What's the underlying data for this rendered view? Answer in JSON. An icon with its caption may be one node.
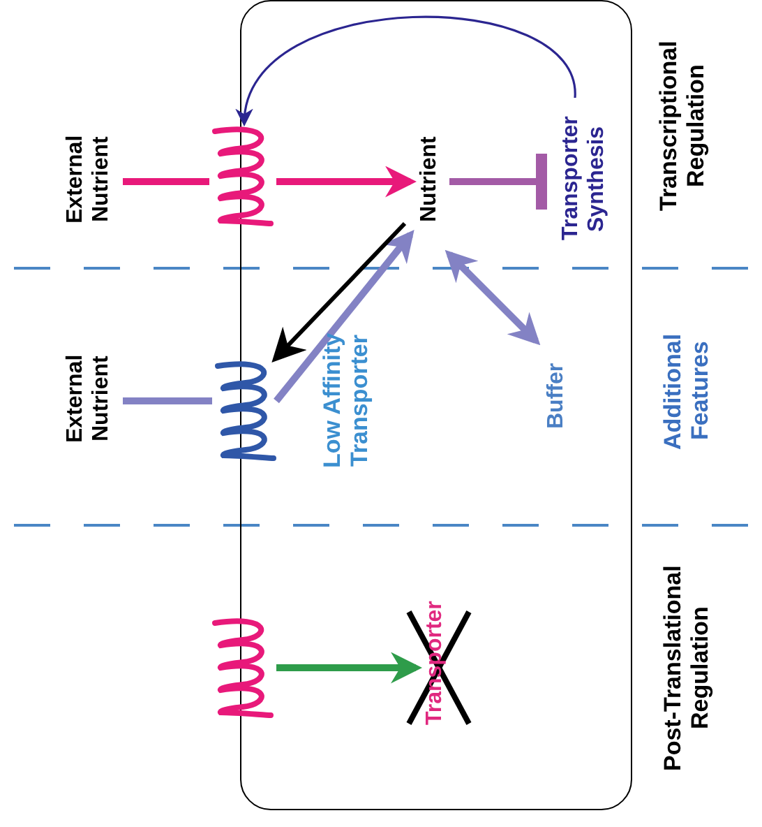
{
  "diagram": {
    "nodes": [
      {
        "text": [],
        "shape": "box"
      },
      {
        "text": [
          "External Nutrient"
        ]
      },
      {
        "text": [],
        "shape": "picture"
      },
      {
        "text": [
          "Nutrient"
        ],
        "in": 0
      },
      {
        "text": [
          "Transporter Synthesis"
        ],
        "in": 0
      },
      {
        "text": [
          "External Nutrient"
        ]
      },
      {
        "text": [],
        "shape": "picture"
      },
      {
        "text": [
          "Buffer"
        ],
        "in": 0
      },
      {
        "text": [],
        "shape": "picture"
      },
      {
        "text": [
          "Transporter"
        ],
        "in": 0
      }
    ],
    "edges": [
      {
        "from": 1,
        "to": 2,
        "arrow": "none",
        "color": "#e8197a"
      },
      {
        "from": 2,
        "to": 3,
        "arrow": "to",
        "color": "#e8197a"
      },
      {
        "from": 3,
        "to": 4,
        "arrow": "other",
        "color": "#a35ba6"
      },
      {
        "from": 4,
        "to": 2,
        "arrow": "to",
        "color": "#2b2590"
      },
      {
        "from": 5,
        "to": 6,
        "arrow": "none",
        "color": "#8382c4"
      },
      {
        "from": 6,
        "to": 3,
        "arrow": "to",
        "color": "#8382c4"
      },
      {
        "from": 3,
        "to": 6,
        "arrow": "to",
        "color": "#000000"
      },
      {
        "from": 3,
        "to": 7,
        "arrow": "both",
        "color": "#8382c4"
      },
      {
        "from": 8,
        "to": 9,
        "arrow": "to",
        "color": "#2e9c4a"
      }
    ],
    "labels": [
      "Transcriptional Regulation",
      "Low Affinity Transporter",
      "Additional Features",
      "Post-Translational Regulation"
    ]
  }
}
